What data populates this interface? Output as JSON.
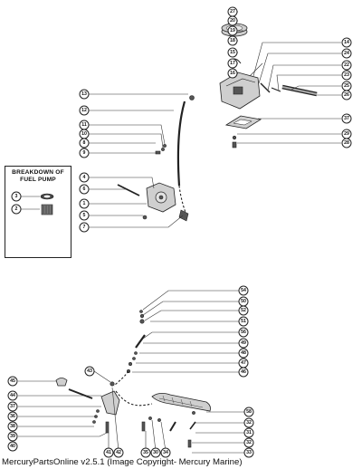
{
  "legend": {
    "title_line1": "BREAKDOWN OF",
    "title_line2": "FUEL PUMP",
    "callouts": [
      "3",
      "2"
    ]
  },
  "callouts": {
    "c27": "27",
    "c20": "20",
    "c19": "19",
    "c18": "18",
    "c15": "15",
    "c17": "17",
    "c16": "16",
    "c14": "14",
    "c24": "24",
    "c22": "22",
    "c23": "23",
    "c25": "25",
    "c26": "26",
    "c13": "13",
    "c12": "12",
    "c11": "11",
    "c10": "10",
    "c8": "8",
    "c9": "9",
    "c37": "37",
    "c29": "29",
    "c28": "28",
    "c4": "4",
    "c6": "6",
    "c1": "1",
    "c5": "5",
    "c7": "7",
    "c54": "54",
    "c50": "50",
    "c52": "52",
    "c51": "51",
    "c56": "56",
    "c49": "49",
    "c48": "48",
    "c47": "47",
    "c46": "46",
    "c45": "45",
    "c43": "43",
    "c44": "44",
    "c37b": "37",
    "c36": "36",
    "c38": "38",
    "c39": "39",
    "c40": "40",
    "c58": "58",
    "c32": "32",
    "c31": "31",
    "c32b": "32",
    "c33": "33",
    "c41": "41",
    "c42": "42",
    "c35": "35",
    "c30": "30",
    "c34": "34"
  },
  "footer": {
    "copyright": "MercuryPartsOnline v2.5.1 (Image Copyright- Mercury Marine)"
  }
}
